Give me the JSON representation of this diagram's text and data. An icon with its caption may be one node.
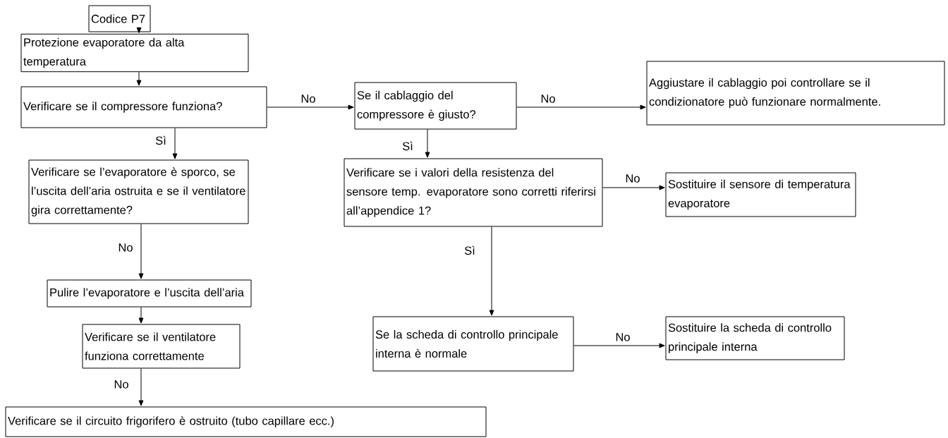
{
  "diagram": {
    "nodes": [
      {
        "text": [
          "Codice P7"
        ]
      },
      {
        "text": [
          "Protezione evaporatore da alta temperatura"
        ]
      },
      {
        "text": [
          "Verificare se il compressore funziona?"
        ]
      },
      {
        "text": [
          "Se il cablaggio del compressore è giusto?"
        ]
      },
      {
        "text": [
          "Aggiustare il cablaggio poi controllare se il condizionatore può funzionare normalmente."
        ]
      },
      {
        "text": [
          "Verificare se l’evaporatore è sporco, se l’uscita dell’aria ostruita e se il ventilatore gira correttamente?"
        ]
      },
      {
        "text": [
          "Verificare se i valori della resistenza del sensore temp. evaporatore sono corretti riferirsi all’appendice 1?"
        ]
      },
      {
        "text": [
          "Sostituire il sensore di temperatura evaporatore"
        ]
      },
      {
        "text": [
          "Pulire l’evaporatore e l’uscita dell’aria"
        ]
      },
      {
        "text": [
          "Verificare se il ventilatore funziona correttamente"
        ]
      },
      {
        "text": [
          "Se la scheda di controllo principale interna è normale"
        ]
      },
      {
        "text": [
          "Sostituire la scheda di controllo principale interna"
        ]
      },
      {
        "text": [
          "Verificare se il circuito frigorifero è ostruito (tubo capillare ecc.)"
        ]
      }
    ],
    "edges": [
      {
        "from": 0,
        "to": 1,
        "arrow": "to"
      },
      {
        "from": 1,
        "to": 2,
        "arrow": "to"
      },
      {
        "from": 2,
        "to": 3,
        "label": "No",
        "arrow": "to"
      },
      {
        "from": 3,
        "to": 4,
        "label": "No",
        "arrow": "to"
      },
      {
        "from": 2,
        "to": 5,
        "label": "Sì",
        "arrow": "to"
      },
      {
        "from": 3,
        "to": 6,
        "label": "Sì",
        "arrow": "to"
      },
      {
        "from": 6,
        "to": 7,
        "label": "No",
        "arrow": "to"
      },
      {
        "from": 5,
        "to": 8,
        "label": "No",
        "arrow": "to"
      },
      {
        "from": 8,
        "to": 9,
        "arrow": "to"
      },
      {
        "from": 9,
        "to": 12,
        "label": "No",
        "arrow": "to"
      },
      {
        "from": 6,
        "to": 10,
        "label": "Sì",
        "arrow": "to"
      },
      {
        "from": 10,
        "to": 11,
        "label": "No",
        "arrow": "to"
      }
    ]
  }
}
